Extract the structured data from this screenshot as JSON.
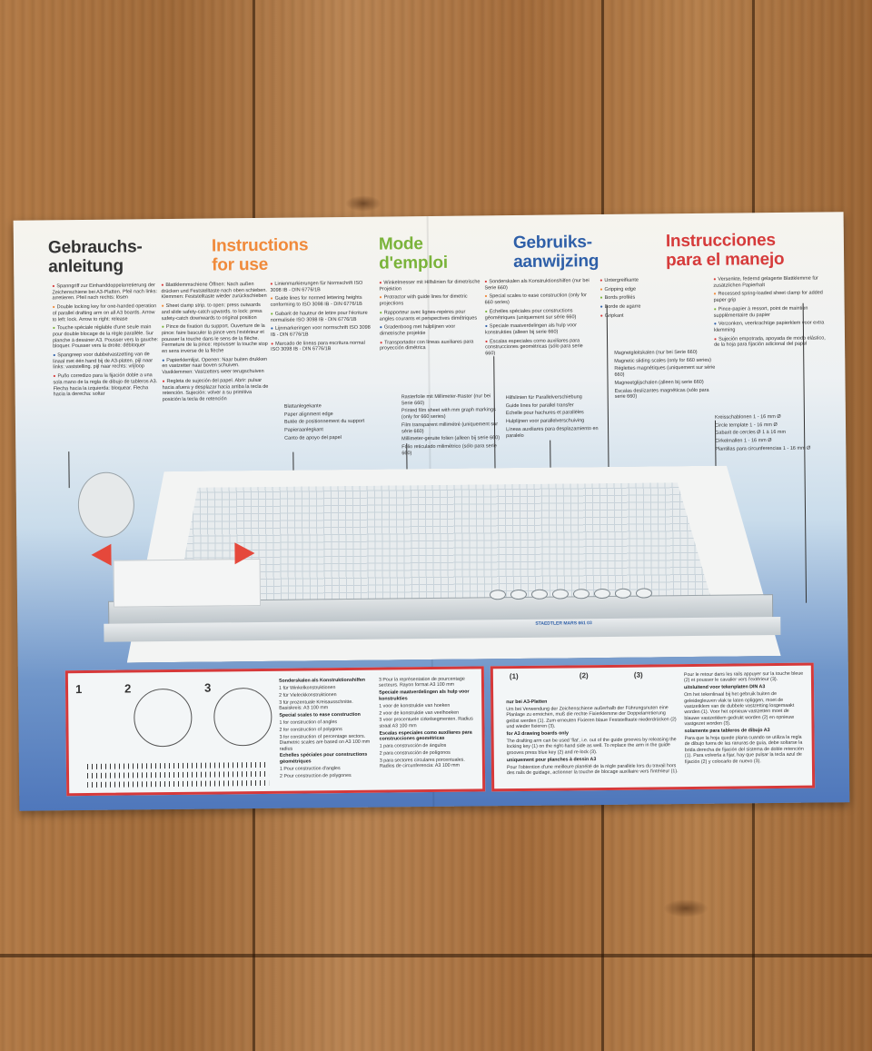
{
  "headings": [
    {
      "text": "Gebrauchs-\nanleitung",
      "color": "#333333"
    },
    {
      "text": "Instructions\nfor use",
      "color": "#f08a3b"
    },
    {
      "text": "Mode\nd'emploi",
      "color": "#7ab33a"
    },
    {
      "text": "Gebruiks-\naanwijzing",
      "color": "#2e5fa8"
    },
    {
      "text": "Instrucciones\npara el manejo",
      "color": "#d63b3b"
    }
  ],
  "col1": [
    "Spanngriff zur Einhanddoppelarretierung der Zeichenschiene bei A3-Platten. Pfeil nach links: arretieren. Pfeil nach rechts: lösen",
    "Double locking key for one-handed operation of parallel drafting arm on all A3 boards. Arrow to left: lock. Arrow to right: release",
    "Touche spéciale réglable d'une seule main pour double blocage de la règle parallèle. Sur planche à dessiner A3. Pousser vers la gauche: bloquer. Pousser vers la droite: débloquer",
    "Spangreep voor dubbelvastzetting van de linaal met één hand bij de A3-platen. pijl naar links: vaststelling. pijl naar rechts: vrijloop",
    "Puño corredizo para la fijación doble a una sola mano de la regla de dibujo de tableros A3. Flecha hacia la izquierda: bloquear. Flecha hacia la derecha: soltar"
  ],
  "col2": [
    "Blattklemmschiene Öffnen: Nach außen drücken und Feststelltaste nach oben schieben. Klemmen: Feststelltaste wieder zurückschieben",
    "Sheet clamp strip. to open: press outwards and slide safety-catch upwards. to lock: press safety-catch downwards to original position",
    "Pince de fixation du support. Ouverture de la pince: faire basculer la pince vers l'extérieur et pousser la touche dans le sens de la flèche. Fermeture de la pince: repousser la touche stop en sens inverse de la flèche",
    "Papierklemlijst. Openen: Naar buiten drukken en vastzetter naar boven schuiven. Vastklemmen: Vastzetters weer terugschuiven",
    "Regleta de sujeción del papel. Abrir: pulsar hacia afuera y desplazar hacia arriba la tecla de retención. Sujeción: volver a su primitiva posición la tecla de retención"
  ],
  "col3": [
    "Linienmarkierungen für Normschrift ISO 3098 IB - DIN 6776/1B",
    "Guide lines for normed lettering heights conforming to ISO 3098 IB - DIN 6776/1B",
    "Gabarit de hauteur de lettre pour l'écriture normalisée ISO 3098 IB - DIN 6776/1B",
    "Lijnmarkeringen voor normschrift ISO 3098 IB - DIN 6776/1B",
    "Marcado de líneas para escritura normal ISO 3098 IB - DIN 6776/1B"
  ],
  "col4": [
    "Winkelmesser mit Hilfslinien für dimetrische Projektion",
    "Protractor with guide lines for dimetric projections",
    "Rapporteur avec lignes-repères pour angles courants et perspectives dimétriques",
    "Gradenboog met hulplijnen voor dimetrische projektie",
    "Transportador con líneas auxiliares para proyección dimétrica"
  ],
  "col5": [
    "Sonderskalen als Konstruktionshilfen (nur bei Serie 660)",
    "Special scales to ease construction (only for 660 series)",
    "Echelles spéciales pour constructions géométriques (uniquement sur série 660)",
    "Speciale maatverdelingen als hulp voor konstrukties (alleen bij serie 660)",
    "Escalas especiales como auxiliares para construcciones geométricas (sólo para serie 660)"
  ],
  "col6": [
    "Untergreifkante",
    "Gripping edge",
    "Bords profilés",
    "Borde de agarre",
    "Gripkant"
  ],
  "col7": [
    "Versenkte, federnd gelagerte Blattklemme für zusätzlichen Papierhalt",
    "Recessed spring-loaded sheet clamp for added paper grip",
    "Pince-papier à ressort, point de maintien supplémentaire du papier",
    "Verzonken, veerkrachtige papierklem voor extra klemming",
    "Sujeción empotrada, apoyada de modo elástico, de la hoja para fijación adicional del papel"
  ],
  "callouts": {
    "paper": [
      "Blattanlegekante",
      "Paper alignment edge",
      "Butée de positionnement du support",
      "Papieraanlegkant",
      "Canto de apoyo del papel"
    ],
    "raster": [
      "Rasterfolie mit Millimeter-Raster (nur bei Serie 660)",
      "Printed film sheet with mm graph markings (only for 660 series)",
      "Film transparent millimétré (uniquement sur série 660)",
      "Millimeter-geruite folien (alleen bij serie 660)",
      "Folio reticulado milimétrico (sólo para serie 660)"
    ],
    "helper": [
      "Hilfslinien für Parallelverschiebung",
      "Guide lines for parallel transfer",
      "Echelle pour hachures et parallèles",
      "Hulplijnen voor parallelverschuiving",
      "Líneas auxiliares para desplazamiento en paralelo"
    ],
    "magnet": [
      "Magnetgleitskalen (nur bei Serie 660)",
      "Magnetic sliding scales (only for 660 series)",
      "Réglettes magnétiques (uniquement sur série 660)",
      "Magneetglijschalen (alleen bij serie 660)",
      "Escalas deslizantes magnéticas (sólo para serie 660)"
    ],
    "circle": [
      "Kreisschablonen 1 - 16 mm Ø",
      "Circle template 1 - 16 mm Ø",
      "Gabarit de cercles Ø 1 à 16 mm",
      "Cirkelmallen 1 - 16 mm Ø",
      "Plantillas para circunferencias 1 - 16 mm Ø"
    ]
  },
  "board": {
    "brand": "STAEDTLER MARS 661 03",
    "arrow_color": "#e5483b"
  },
  "panel_left": {
    "numbers": [
      "1",
      "2",
      "3"
    ],
    "text": [
      "Sonderskalen als Konstruktionshilfen",
      "1 für Winkelkonstruktionen",
      "2 für Vieleckkonstruktionen",
      "3 für prozentuale Kreisausschnitte. Basiskreis: A3 100 mm",
      "Special scales to ease construction",
      "1 for construction of angles",
      "2 for construction of polygons",
      "3 for construction of percentage sectors. Diametric scales are based on A3 100 mm radius",
      "Echelles spéciales pour constructions géométriques",
      "1 Pour construction d'angles",
      "2 Pour construction de polygones"
    ],
    "text2": [
      "3 Pour la représentation de pourcentage secteurs. Rayon format A3 100 mm",
      "Speciale maatverdelingen als hulp voor konstrukties",
      "1 voor de konstruktie van hoeken",
      "2 voor de konstruktie van veelhoeken",
      "3 voor procentuele cirkelsegmenten. Radius straal A3 100 mm",
      "Escalas especiales como auxiliares para construcciones geométricas",
      "1 para construcción de ángulos",
      "2 para construcción de polígonos",
      "3 para sectores circulares porcentuales. Radios de circunferencia: A3 100 mm"
    ]
  },
  "panel_right": {
    "numbers": [
      "(1)",
      "(2)",
      "(3)"
    ],
    "text": [
      "nur bei A3-Platten",
      "Um bei Verwendung der Zeichenschiene außerhalb der Führungsnuten eine Planlage zu erreichen, muß die rechte Fixierklemme der Doppelarretierung gelöst werden (1). Zum erneuten Fixieren blaue Feststelltaste niederdrücken (2) und wieder fixieren (3).",
      "for A3 drawing boards only",
      "The drafting arm can be used 'flat', i.e. out of the guide grooves by releasing the locking key (1) on the right-hand side as well. To replace the arm in the guide grooves press blue key (2) and re-lock (3).",
      "uniquement pour planches à dessin A3",
      "Pour l'obtention d'une meilleure planéité de la règle parallèle lors du travail hors des rails de guidage, actionner la touche de blocage auxiliaire vers l'intérieur (1)."
    ],
    "text2": [
      "Pour le retour dans les rails appuyer sur la touche bleue (2) et pousser le cavalier vers l'extérieur (3).",
      "uitsluitend voor tekenplaten DIN A3",
      "Om het tekenlinaal bij het gebruik buiten de geleidegleuven vlak te laten opliggen, moet de vastzetklem van de dubbele vastzetting losgemaakt worden (1). Voor het opnieuw vastzetten moet de blauwe vastzetklem gedrukt worden (2) en opnieuw vastgezet worden (3).",
      "solamente para tableros de dibujo A3",
      "Para que la hoja quede plana cuando se utiliza la regla de dibujo fuera de las ranuras de guía, debe soltarse la brida derecha de fijación del sistema de doble retención (1). Para volverla a fijar, hay que pulsar la tecla azul de fijación (2) y colocarlo de nuevo (3)."
    ]
  }
}
